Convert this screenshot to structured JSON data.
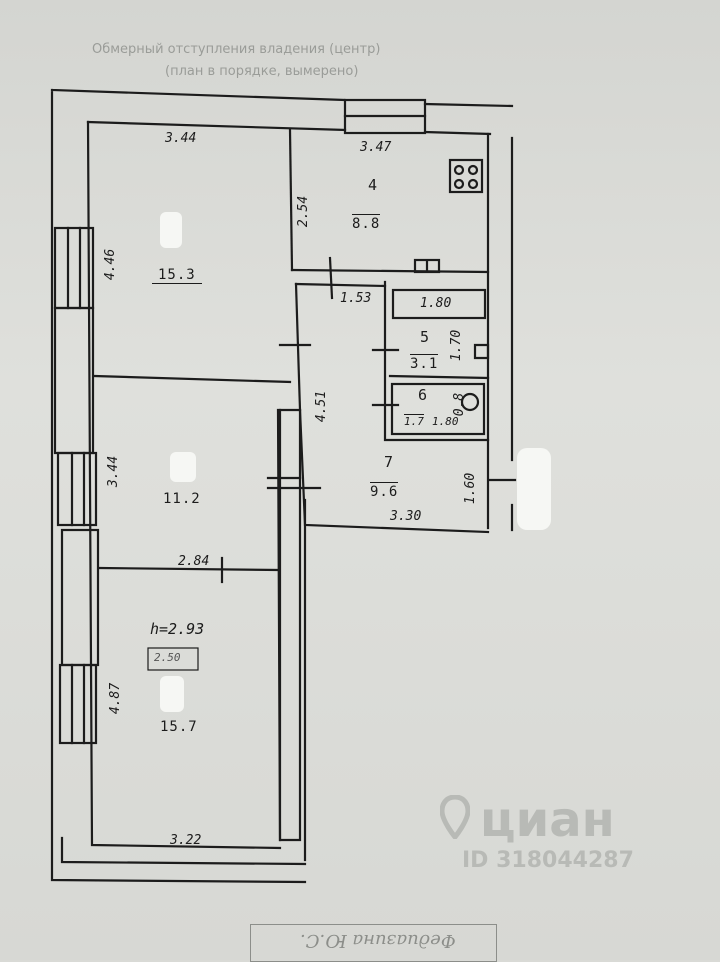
{
  "plan": {
    "wall_labels": {
      "room1_top": "3.44",
      "room4_top": "3.47",
      "room1_left": "4.46",
      "room4_left": "2.54",
      "room7_left": "4.51",
      "hall_top": "1.53",
      "room2_left": "3.44",
      "room3_top": "2.84",
      "room7_bottom": "3.30",
      "room7_right": "1.60",
      "room3_left": "4.87",
      "room3_bottom": "3.22",
      "room5_right": "1.70",
      "room6_right": "0.8",
      "room5_top": "1.80"
    },
    "rooms": [
      {
        "id": "1",
        "area": "15.3"
      },
      {
        "id": "2",
        "area": "11.2"
      },
      {
        "id": "3",
        "area": "15.7"
      },
      {
        "id": "4",
        "number": "4",
        "area": "8.8"
      },
      {
        "id": "5",
        "number": "5",
        "area": "3.1"
      },
      {
        "id": "6",
        "number": "6",
        "area": "1.7"
      },
      {
        "id": "7",
        "number": "7",
        "area": "9.6"
      }
    ],
    "room6_extra": "1.80",
    "ceiling_height": "h=2.93",
    "small_box": "2.50"
  },
  "background_text": {
    "top_line": "Обмерный отступления владения (центр)",
    "second_line": "(план в порядке, вымерено)",
    "bottom_stamp": "Федиазина Ю.С."
  },
  "watermark": {
    "brand": "циан",
    "id_text": "ID 318044287"
  }
}
